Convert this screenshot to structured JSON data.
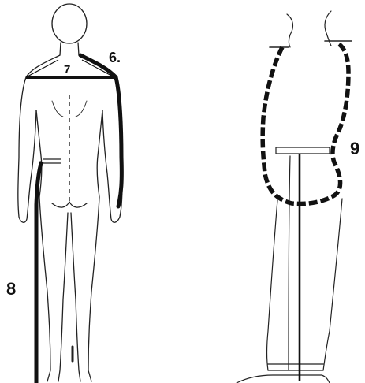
{
  "figure": {
    "labels": {
      "shoulder_width": "7",
      "shoulder_slope": "6.",
      "side_length": "8",
      "crotch_depth": "9"
    },
    "colors": {
      "outline": "#222222",
      "measure": "#111111",
      "background": "#ffffff"
    }
  }
}
